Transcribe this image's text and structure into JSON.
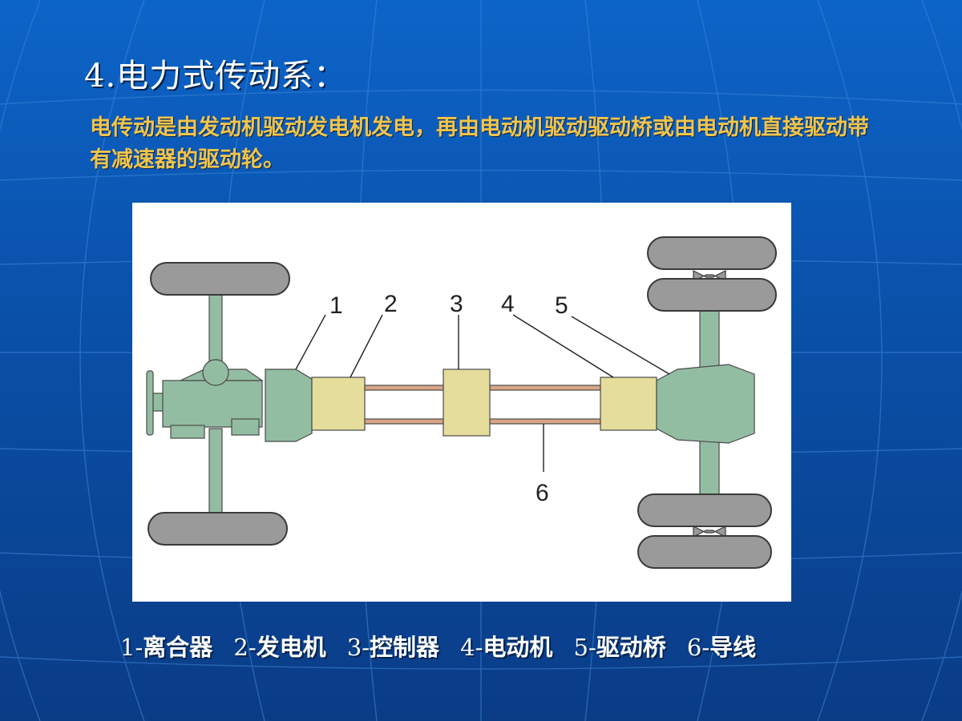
{
  "slide": {
    "title": "4.电力式传动系：",
    "description": "电传动是由发动机驱动发电机发电，再由电动机驱动驱动桥或由电动机直接驱动带有减速器的驱动轮。"
  },
  "diagram": {
    "callouts": [
      "1",
      "2",
      "3",
      "4",
      "5",
      "6"
    ]
  },
  "legend": [
    {
      "num": "1-",
      "label": "离合器"
    },
    {
      "num": "2-",
      "label": "发电机"
    },
    {
      "num": "3-",
      "label": "控制器"
    },
    {
      "num": "4-",
      "label": "电动机"
    },
    {
      "num": "5-",
      "label": "驱动桥"
    },
    {
      "num": "6-",
      "label": "导线"
    }
  ],
  "colors": {
    "tire": "#9a9a9a",
    "tire_outline": "#3a3a3a",
    "green_part": "#93bda2",
    "yellow_part": "#e5dd9c",
    "wire": "#d9a586",
    "text_accent": "#f2c44a"
  }
}
